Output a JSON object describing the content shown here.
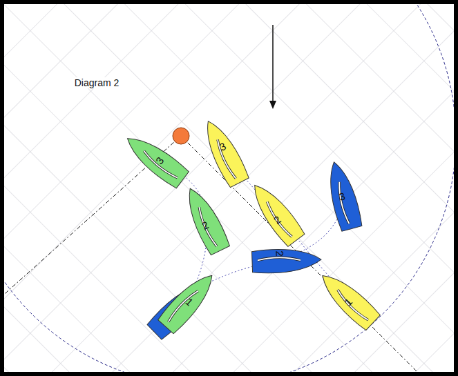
{
  "diagram": {
    "labels": [
      "Diagram 2",
      "3",
      "3",
      "3",
      "2",
      "2",
      "2",
      "1",
      "1"
    ]
  }
}
